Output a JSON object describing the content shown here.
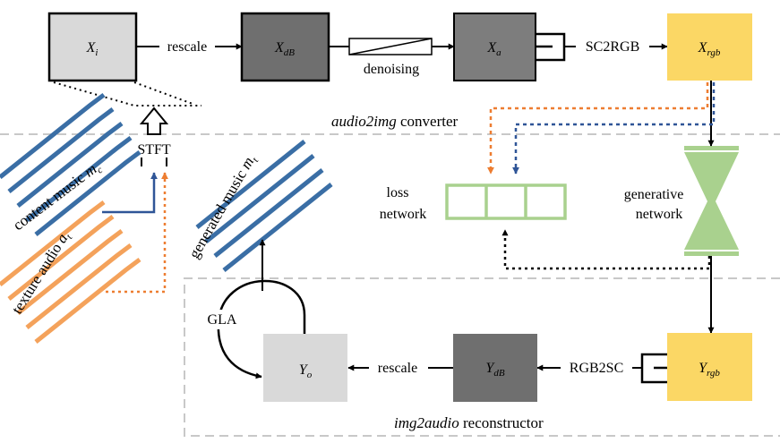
{
  "blocks": {
    "xi": {
      "main": "X",
      "sub": "i"
    },
    "xdb": {
      "main": "X",
      "sub": "dB"
    },
    "xa": {
      "main": "X",
      "sub": "a"
    },
    "xrgb": {
      "main": "X",
      "sub": "rgb"
    },
    "yrgb": {
      "main": "Y",
      "sub": "rgb"
    },
    "ydb": {
      "main": "Y",
      "sub": "dB"
    },
    "yo": {
      "main": "Y",
      "sub": "o"
    }
  },
  "labels": {
    "rescale_top": "rescale",
    "denoising": "denoising",
    "sc2rgb": "SC2RGB",
    "stft": "STFT",
    "rgb2sc": "RGB2SC",
    "rescale_bottom": "rescale",
    "gla": "GLA",
    "loss_network_line1": "loss",
    "loss_network_line2": "network",
    "generative_network_line1": "generative",
    "generative_network_line2": "network"
  },
  "regions": {
    "audio2img_italic": "audio2img",
    "audio2img_rest": " converter",
    "img2audio_italic": "img2audio",
    "img2audio_rest": " reconstructor"
  },
  "music": {
    "content_text": "content music ",
    "content_var": "m",
    "content_sub": "c",
    "texture_text": "texture audio ",
    "texture_var": "a",
    "texture_sub": "t",
    "generated_text": "generated music ",
    "generated_var": "m",
    "generated_sub": "t"
  },
  "colors": {
    "block_light": "#d9d9d9",
    "block_dark": "#6f6f6f",
    "block_medium": "#7d7d7d",
    "block_yellow": "#fbd765",
    "network_green": "#a9d18e",
    "content_blue": "#2f5597",
    "texture_orange": "#f4a460",
    "wave_blue": "#3a6ea5",
    "wave_orange": "#f4a25b",
    "region_border": "#c8c8c8"
  }
}
